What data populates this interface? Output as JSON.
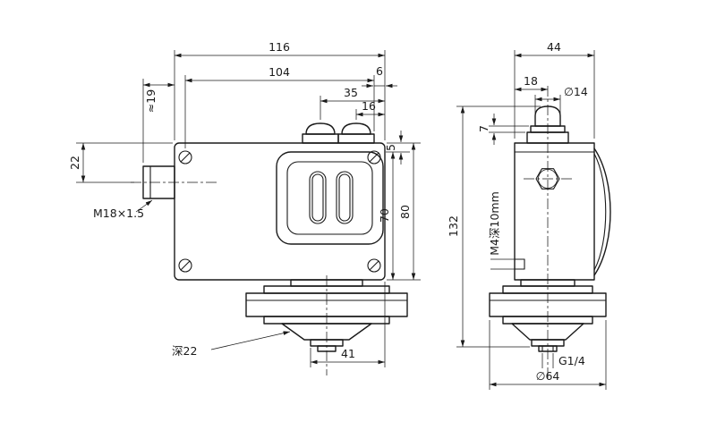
{
  "front_view": {
    "dim_total_width": "116",
    "dim_screw_spacing": "104",
    "dim_cap1_offset": "35",
    "dim_cap2_offset": "16",
    "dim_edge_offset": "6",
    "dim_port_length": "≈19",
    "dim_port_height": "22",
    "port_thread_label": "M18×1.5",
    "dim_cover_gap": "5",
    "dim_cover_height": "70",
    "dim_body_height": "80",
    "dim_stem_width": "41",
    "depth_label": "深22"
  },
  "side_view": {
    "dim_body_width": "44",
    "dim_cap_offset": "18",
    "dim_cap_diameter": "∅14",
    "dim_flange_height": "7",
    "dim_total_height": "132",
    "screw_label": "M4深10mm",
    "port_label": "G1/4",
    "dim_flange_diameter": "∅64"
  }
}
